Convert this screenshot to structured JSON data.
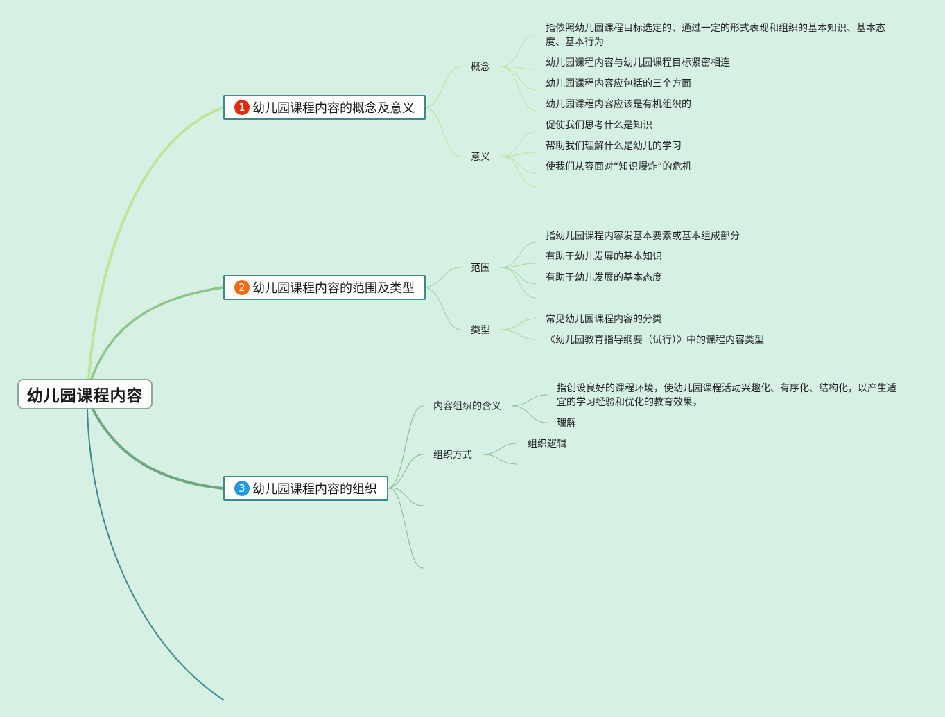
{
  "root": {
    "label": "幼儿园课程内容"
  },
  "topics": [
    {
      "number": "1",
      "label": "幼儿园课程内容的概念及意义",
      "badge_color": "#e02a12",
      "subtopics": [
        {
          "label": "概念",
          "items": [
            "指依照幼儿园课程目标选定的、通过一定的形式表现和组织的基本知识、基本态度、基本行为",
            "幼儿园课程内容与幼儿园课程目标紧密相连",
            "幼儿园课程内容应包括的三个方面",
            "幼儿园课程内容应该是有机组织的"
          ]
        },
        {
          "label": "意义",
          "items": [
            "促使我们思考什么是知识",
            "帮助我们理解什么是幼儿的学习",
            "使我们从容面对“知识爆炸”的危机"
          ]
        }
      ]
    },
    {
      "number": "2",
      "label": "幼儿园课程内容的范围及类型",
      "badge_color": "#f06a14",
      "subtopics": [
        {
          "label": "范围",
          "items": [
            "指幼儿园课程内容发基本要素或基本组成部分",
            "有助于幼儿发展的基本知识",
            "有助于幼儿发展的基本态度"
          ]
        },
        {
          "label": "类型",
          "items": [
            "常见幼儿园课程内容的分类",
            "《幼儿园教育指导纲要（试行）》中的课程内容类型"
          ]
        }
      ]
    },
    {
      "number": "3",
      "label": "幼儿园课程内容的组织",
      "badge_color": "#1f9ae0",
      "subtopics": [
        {
          "label": "内容组织的含义",
          "items": [
            "指创设良好的课程环境，使幼儿园课程活动兴趣化、有序化、结构化，以产生适宜的学习经验和优化的教育效果，",
            "理解"
          ]
        },
        {
          "label": "组织方式",
          "items": [
            "组织逻辑"
          ]
        }
      ]
    }
  ],
  "colors": {
    "background": "#d6f1e3",
    "branch_1": "#c2e49a",
    "branch_2": "#8ec58a",
    "branch_3": "#6ea883",
    "branch_4": "#3a8a8e",
    "sub_lines_1": "#bde2a0",
    "sub_lines_2": "#a8d6a0",
    "sub_lines_3": "#8dbd95"
  }
}
